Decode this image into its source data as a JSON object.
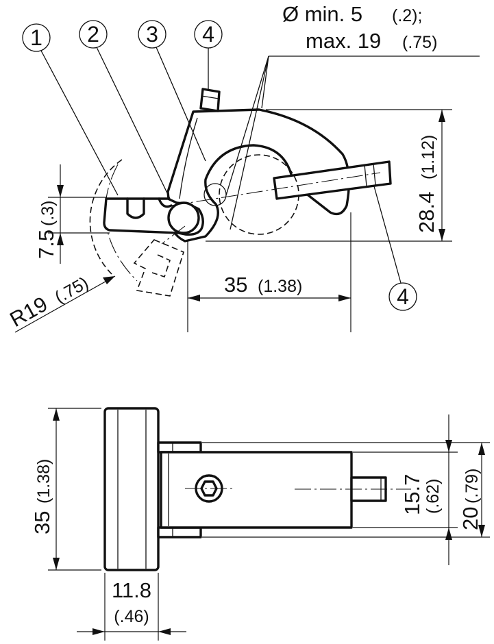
{
  "callouts": {
    "c1": "1",
    "c2": "2",
    "c3": "3",
    "c4_top": "4",
    "c4_right": "4"
  },
  "labels": {
    "diameter_line1": "Ø min. 5",
    "diameter_line1_inch": "(.2);",
    "diameter_line2": "max. 19",
    "diameter_line2_inch": "(.75)",
    "radius": "R19",
    "radius_inch": "(.75)",
    "dim_7_5": "7.5",
    "dim_7_5_inch": "(.3)",
    "dim_28_4": "28.4",
    "dim_28_4_inch": "(1.12)",
    "dim_35_top": "35",
    "dim_35_top_inch": "(1.38)",
    "dim_35_side": "35",
    "dim_35_side_inch": "(1.38)",
    "dim_11_8": "11.8",
    "dim_11_8_inch": "(.46)",
    "dim_15_7": "15.7",
    "dim_15_7_inch": "(.62)",
    "dim_20": "20",
    "dim_20_inch": "(.79)"
  }
}
